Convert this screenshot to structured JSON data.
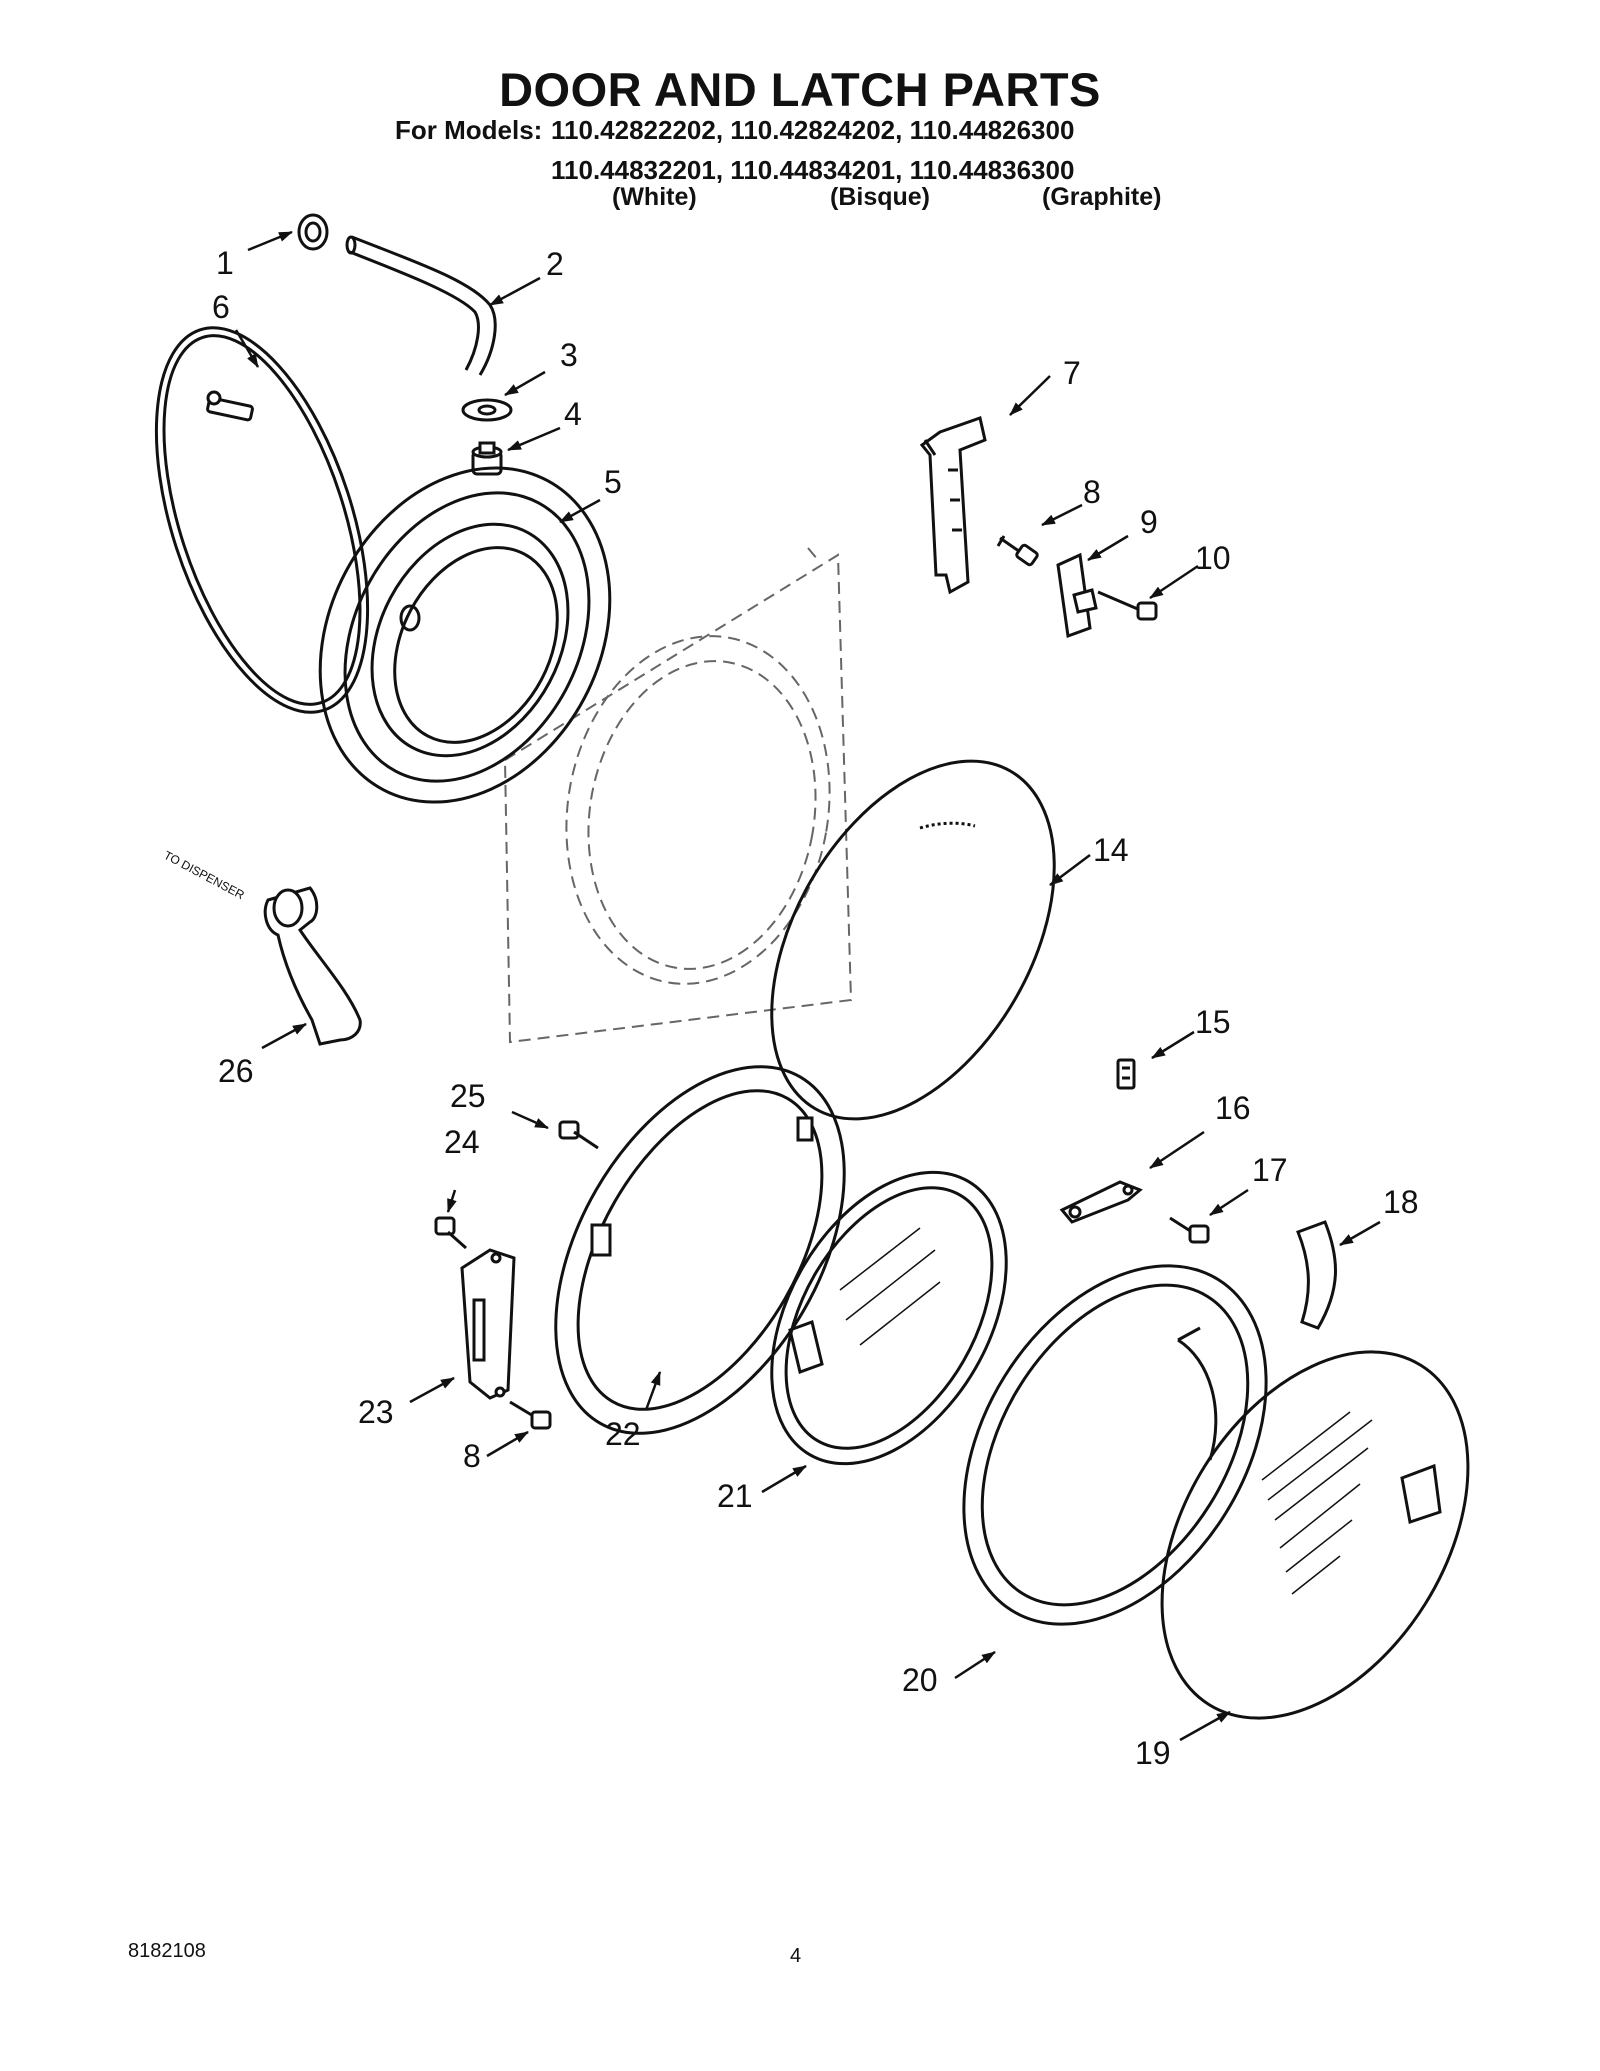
{
  "header": {
    "title": "DOOR AND LATCH PARTS",
    "models_label": "For Models:",
    "models_row1": "110.42822202, 110.42824202, 110.44826300",
    "models_row2": "110.44832201, 110.44834201, 110.44836300",
    "colors": [
      "(White)",
      "(Bisque)",
      "(Graphite)"
    ]
  },
  "callouts": [
    "1",
    "2",
    "3",
    "4",
    "5",
    "6",
    "7",
    "8",
    "9",
    "10",
    "14",
    "15",
    "16",
    "17",
    "18",
    "19",
    "20",
    "21",
    "22",
    "23",
    "24",
    "25",
    "26",
    "8"
  ],
  "annotation": "TO DISPENSER",
  "footer": {
    "doc_number": "8182108",
    "page_number": "4"
  }
}
